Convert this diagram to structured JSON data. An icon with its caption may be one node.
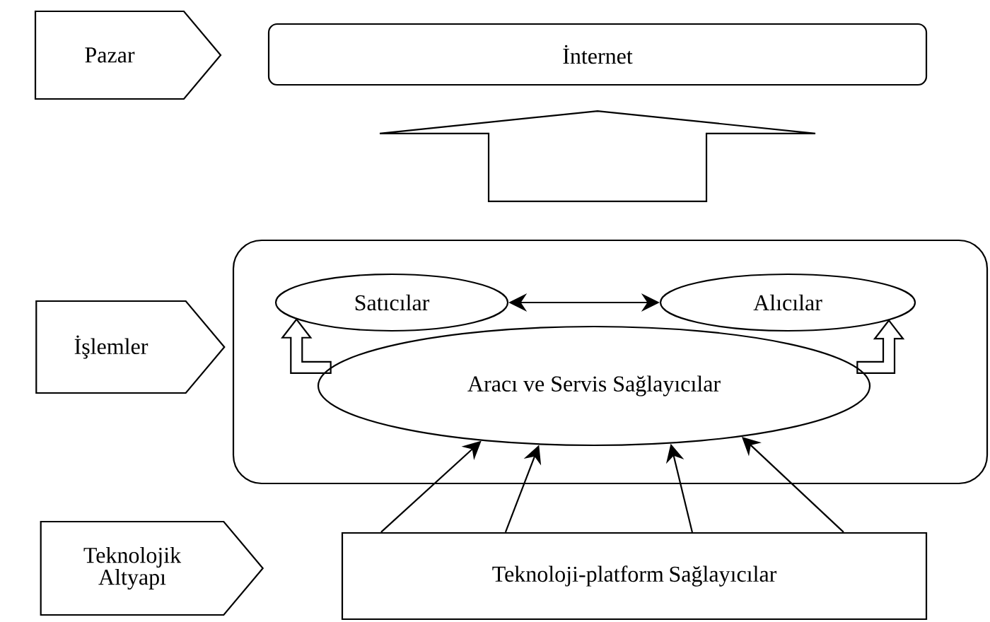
{
  "diagram": {
    "nodes": [
      {
        "text": [
          "Pazar"
        ]
      },
      {
        "text": [
          "İnternet"
        ]
      },
      {
        "text": [
          "İşlemler"
        ]
      },
      {
        "text": [],
        "shape": "box"
      },
      {
        "text": [
          "Satıcılar"
        ],
        "in": 3
      },
      {
        "text": [
          "Alıcılar"
        ],
        "in": 3
      },
      {
        "text": [
          "Aracı ve Servis Sağlayıcılar"
        ],
        "in": 3
      },
      {
        "text": [
          "Teknolojik Altyapı"
        ]
      },
      {
        "text": [
          "Teknoloji-platform Sağlayıcılar"
        ]
      }
    ],
    "edges": [
      {
        "from": 3,
        "to": 1,
        "arrow": "to",
        "style": "thick"
      },
      {
        "from": 4,
        "to": 5,
        "arrow": "both"
      },
      {
        "from": 6,
        "to": 4,
        "arrow": "to",
        "style": "thick"
      },
      {
        "from": 6,
        "to": 5,
        "arrow": "to",
        "style": "thick"
      },
      {
        "from": 8,
        "to": 6,
        "arrow": "to"
      },
      {
        "from": 8,
        "to": 6,
        "arrow": "to"
      },
      {
        "from": 8,
        "to": 6,
        "arrow": "to"
      },
      {
        "from": 8,
        "to": 6,
        "arrow": "to"
      }
    ]
  }
}
